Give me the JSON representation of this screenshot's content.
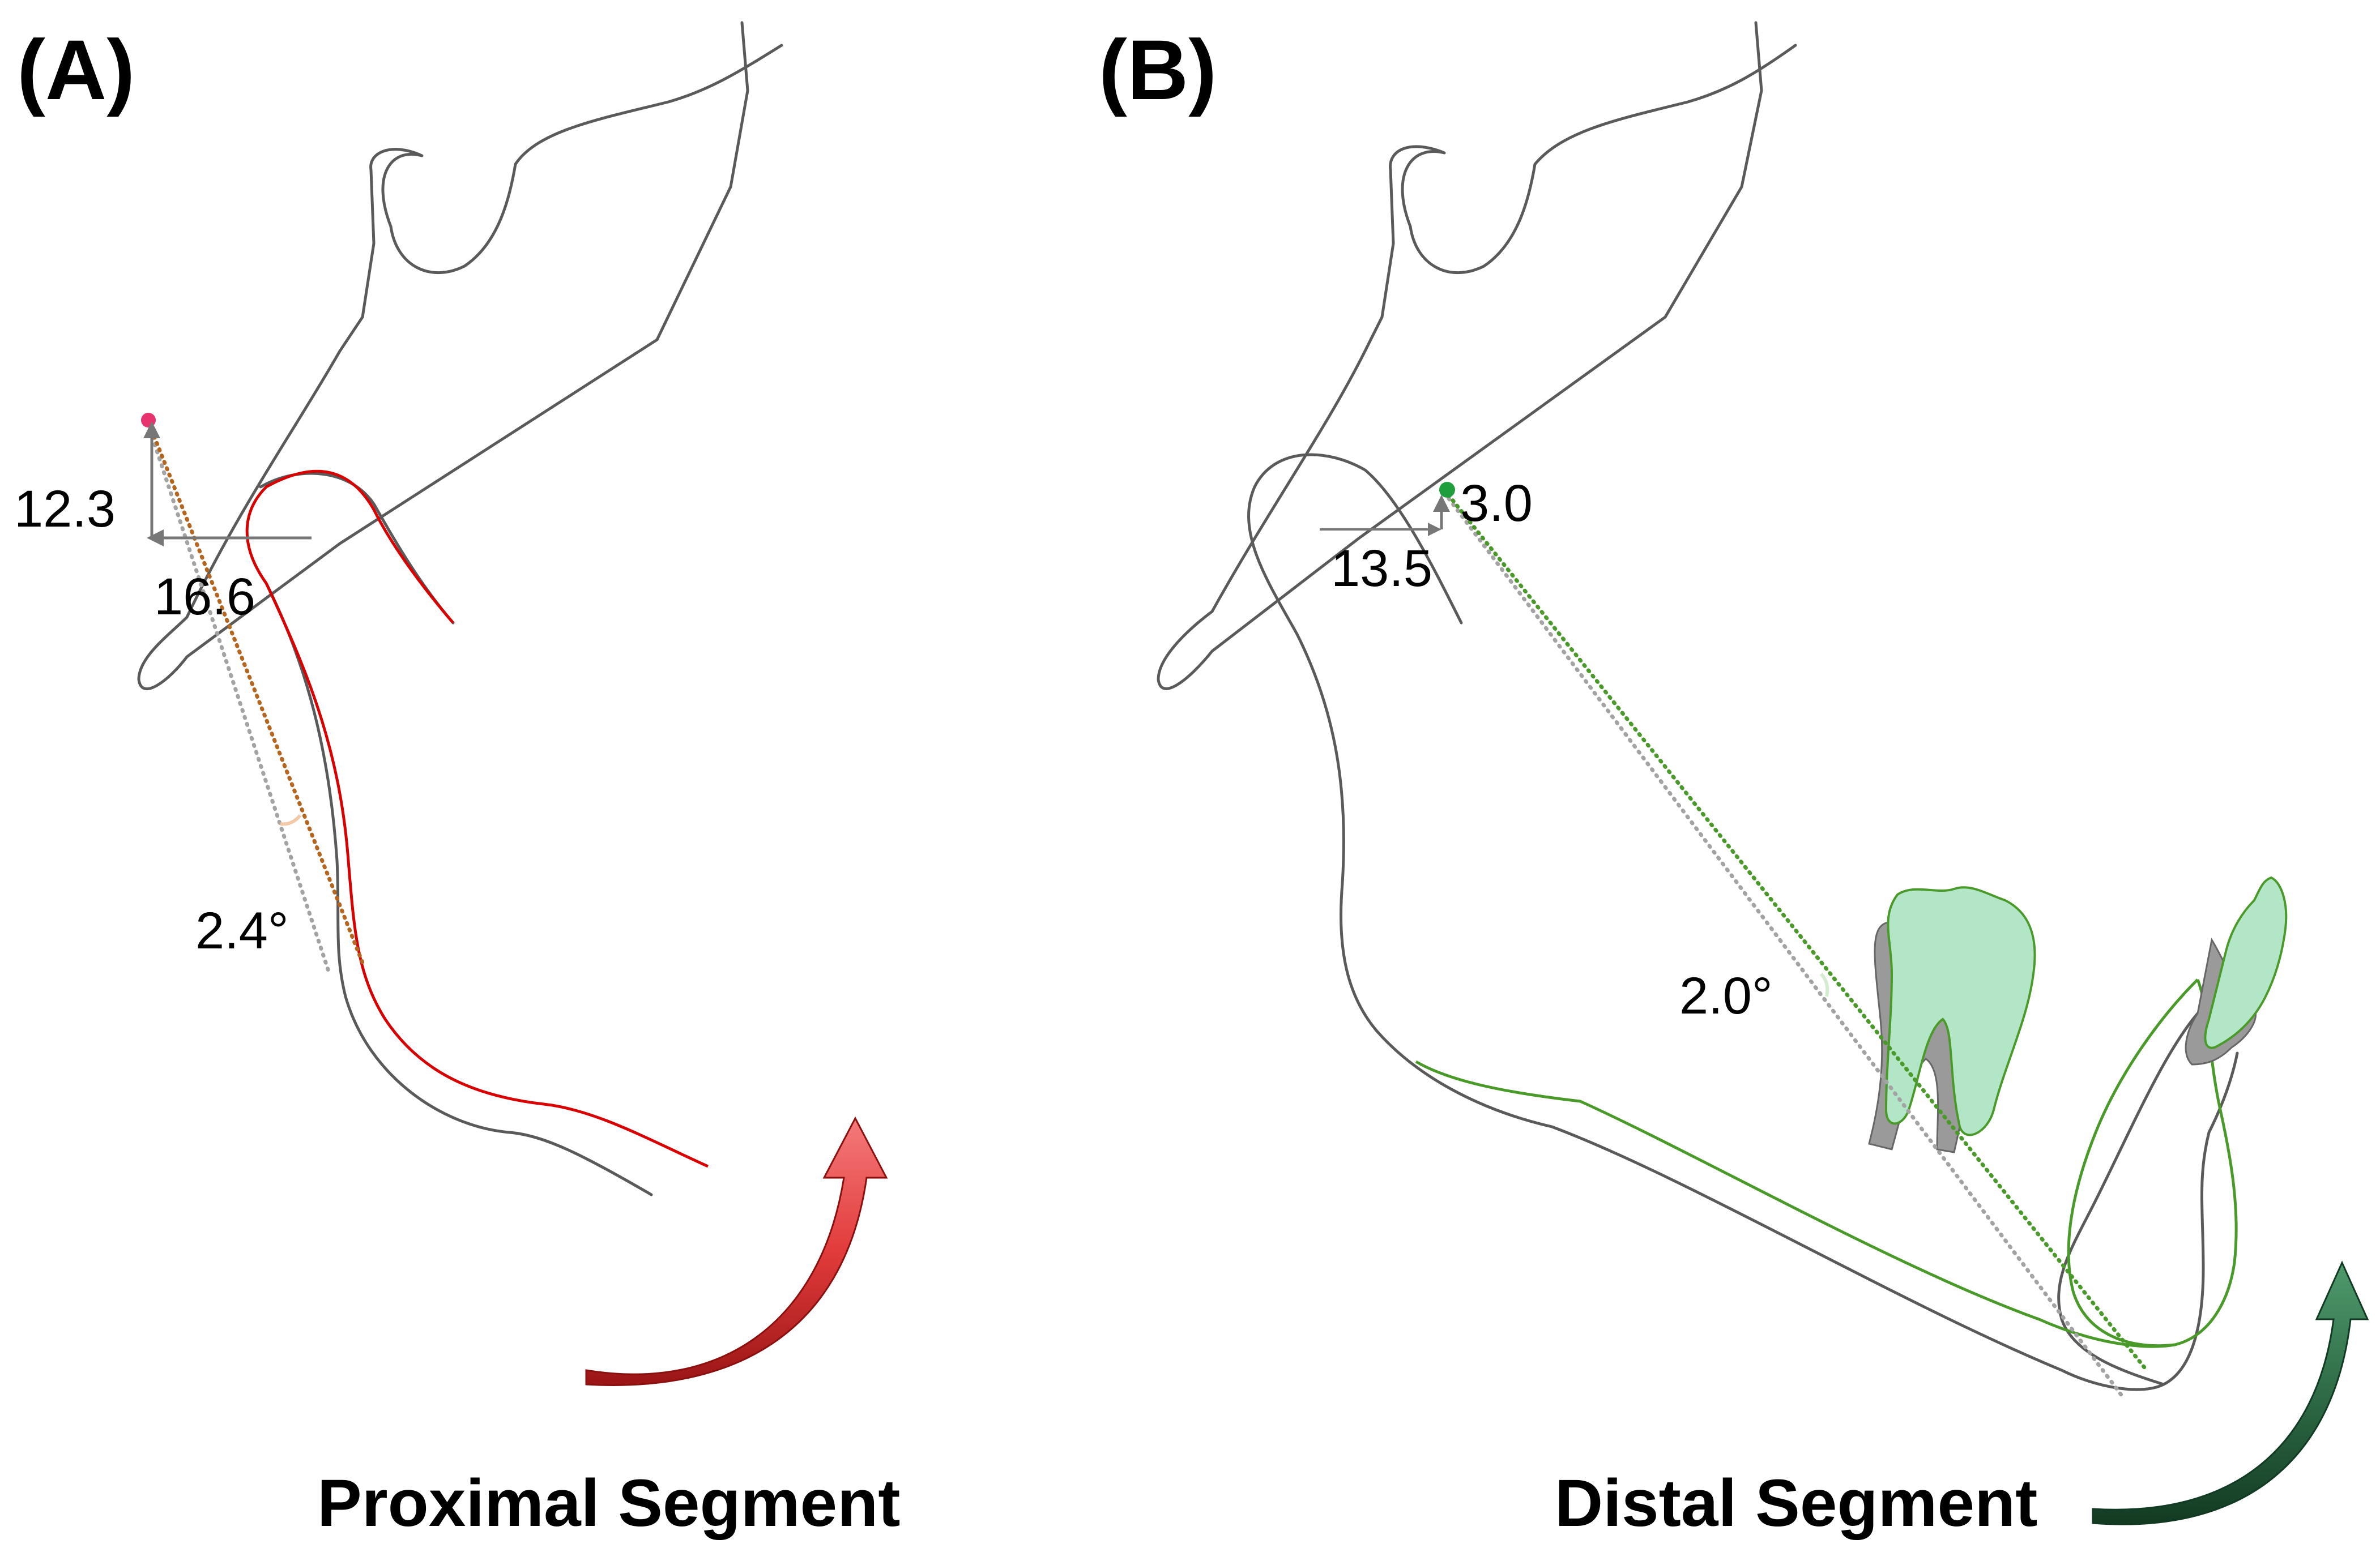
{
  "panels": {
    "a": {
      "label": "(A)",
      "vertical_value": "12.3",
      "horizontal_value": "16.6",
      "angle": "2.4°",
      "caption": "Proximal Segment"
    },
    "b": {
      "label": "(B)",
      "vertical_value": "3.0",
      "horizontal_value": "13.5",
      "angle": "2.0°",
      "caption": "Distal Segment"
    }
  },
  "colors": {
    "bone_outline": "#5a5a5a",
    "proximal_red": "#d90000",
    "proximal_dotted": "#b5651d",
    "distal_green": "#4a9a2a",
    "tooth_fill": "#b3e6c7",
    "arrow_red": "#e23b3b",
    "arrow_green": "#2e6b46",
    "landmark_pink": "#e8336f",
    "landmark_green": "#1f9e3e"
  }
}
